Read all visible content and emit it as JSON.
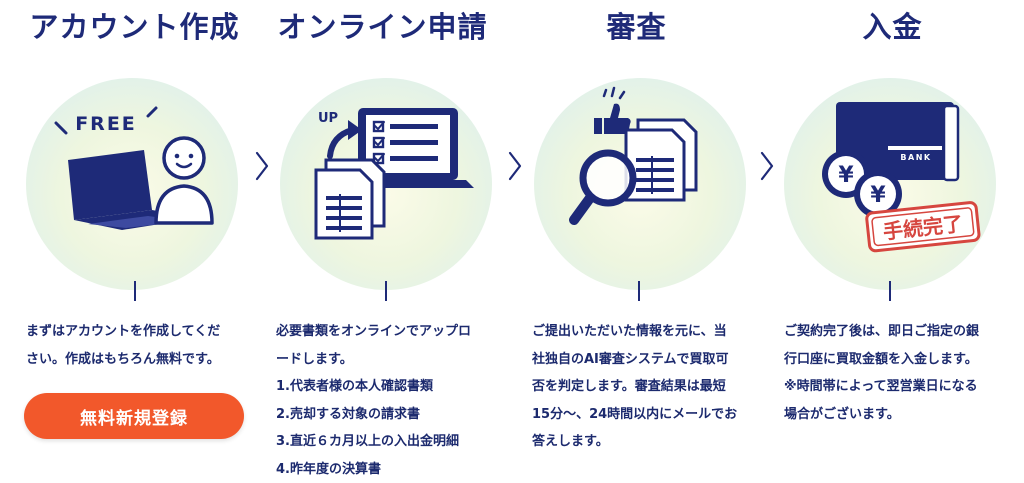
{
  "steps": [
    {
      "title": "アカウント作成",
      "badge": "FREE",
      "lines": [
        "まずはアカウントを作成してくだ",
        "さい。作成はもちろん無料です。"
      ],
      "cta": "無料新規登録"
    },
    {
      "title": "オンライン申請",
      "upload_label": "UP",
      "lines": [
        "必要書類をオンラインでアップロ",
        "ードします。"
      ],
      "list": [
        "1.代表者様の本人確認書類",
        "2.売却する対象の請求書",
        "3.直近６カ月以上の入出金明細",
        "4.昨年度の決算書"
      ]
    },
    {
      "title": "審査",
      "lines": [
        "ご提出いただいた情報を元に、当",
        "社独自のAI審査システムで買取可",
        "否を判定します。審査結果は最短",
        "15分〜、24時間以内にメールでお",
        "答えします。"
      ]
    },
    {
      "title": "入金",
      "bank_label": "BANK",
      "yen_symbol": "¥",
      "stamp": "手続完了",
      "lines": [
        "ご契約完了後は、即日ご指定の銀",
        "行口座に買取金額を入金します。",
        "※時間帯によって翌営業日になる",
        "場合がございます。"
      ]
    }
  ],
  "colors": {
    "navy": "#1e2a78",
    "cta": "#f2582b",
    "stamp": "#d6463f"
  }
}
